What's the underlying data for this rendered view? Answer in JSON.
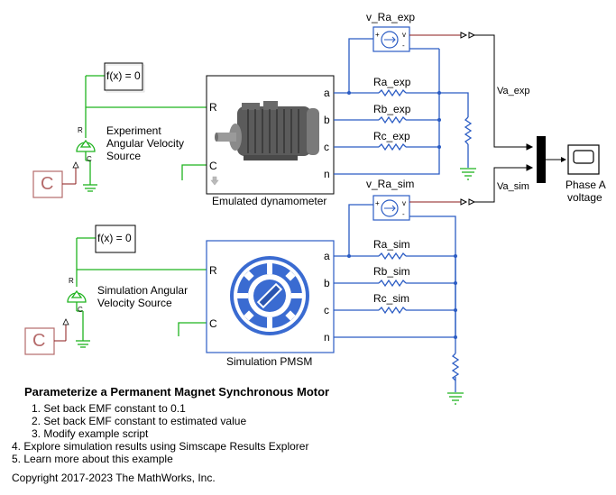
{
  "diagram": {
    "exp_block": {
      "name": "Emulated dynamometer",
      "ports_left": [
        "R",
        "C"
      ],
      "ports_right": [
        "a",
        "b",
        "c",
        "n"
      ]
    },
    "sim_block": {
      "name": "Simulation PMSM",
      "ports_left": [
        "R",
        "C"
      ],
      "ports_right": [
        "a",
        "b",
        "c",
        "n"
      ]
    },
    "exp_source_label": [
      "Experiment",
      "Angular Velocity",
      "Source"
    ],
    "sim_source_label": [
      "Simulation Angular",
      "Velocity Source"
    ],
    "solver_exp": "f(x) = 0",
    "solver_sim": "f(x) = 0",
    "sensor_exp": "v_Ra_exp",
    "sensor_sim": "v_Ra_sim",
    "resistors_exp": [
      "Ra_exp",
      "Rb_exp",
      "Rc_exp"
    ],
    "resistors_sim": [
      "Ra_sim",
      "Rb_sim",
      "Rc_sim"
    ],
    "signal_exp": "Va_exp",
    "signal_sim": "Va_sim",
    "scope_label": [
      "Phase A",
      "voltage"
    ],
    "const_symbol": "C",
    "source_port_r": "R",
    "source_port_c": "C",
    "sensor_plus": "+",
    "sensor_minus": "-",
    "sensor_v": "v",
    "colors": {
      "physical": "#2b5cc4",
      "mechanical": "#1fb31f",
      "signal": "#8b1a1a",
      "constant": "#b56a6a"
    }
  },
  "steps": {
    "title": "Parameterize a Permanent Magnet Synchronous Motor",
    "items": [
      "1. Set back EMF constant to 0.1",
      "2. Set back EMF constant to estimated value",
      "3. Modify example script",
      "4. Explore simulation results using Simscape Results Explorer",
      "5. Learn more about this example"
    ]
  },
  "copyright": "Copyright 2017-2023 The MathWorks, Inc."
}
